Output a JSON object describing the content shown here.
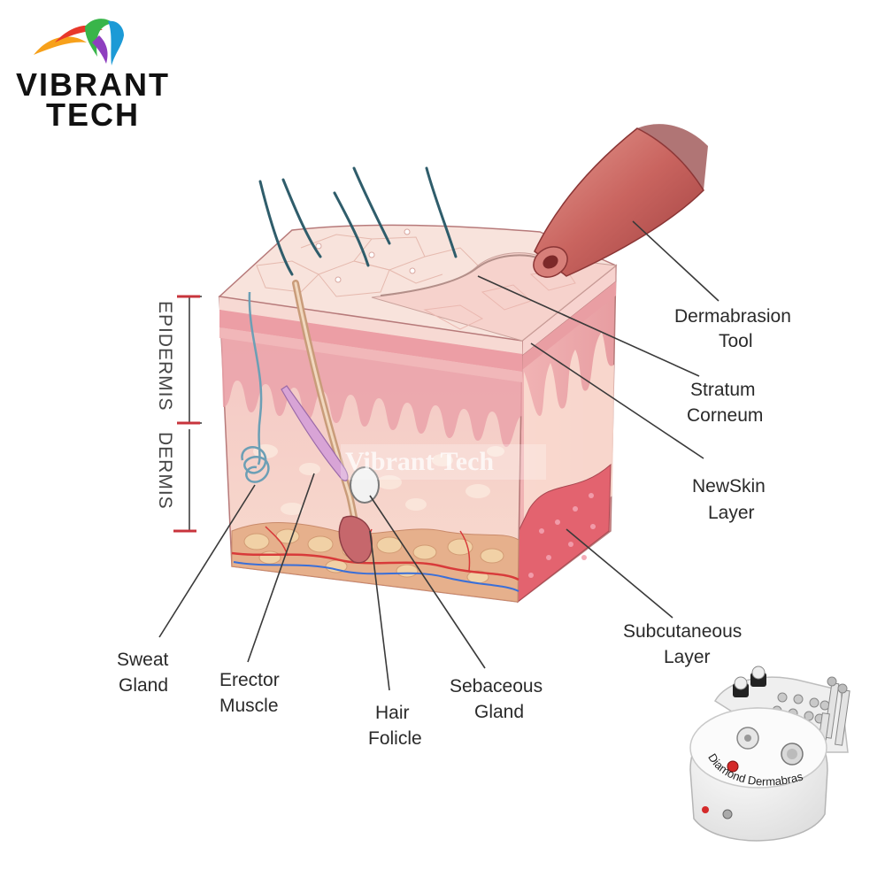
{
  "logo": {
    "line1": "VIBRANT",
    "line2": "TECH",
    "colors": [
      "#e8382b",
      "#f7a11b",
      "#39b54a",
      "#1c9ad6",
      "#8e3fbf"
    ]
  },
  "watermark": "Vibrant Tech",
  "side_labels": {
    "epidermis": "EPIDERMIS",
    "dermis": "DERMIS"
  },
  "labels": {
    "dermabrasion_tool": [
      "Dermabrasion",
      "Tool"
    ],
    "stratum_corneum": [
      "Stratum",
      "Corneum"
    ],
    "newskin_layer": [
      "NewSkin",
      "Layer"
    ],
    "subcutaneous_layer": [
      "Subcutaneous",
      "Layer"
    ],
    "sweat_gland": [
      "Sweat",
      "Gland"
    ],
    "erector_muscle": [
      "Erector",
      "Muscle"
    ],
    "hair_folicle": [
      "Hair",
      "Folicle"
    ],
    "sebaceous_gland": [
      "Sebaceous",
      "Gland"
    ]
  },
  "device": {
    "brand_text": "Diamond Dermabrasion"
  },
  "colors": {
    "epidermis_top": "#f8e3dc",
    "dermis_pink": "#f3b9b8",
    "dermis_light": "#f9dcd0",
    "fat": "#e9c39b",
    "vessel_red": "#d83a3a",
    "vessel_blue": "#3a6fd8",
    "tool": "#c85a5a",
    "bracket": "#c8343c"
  }
}
